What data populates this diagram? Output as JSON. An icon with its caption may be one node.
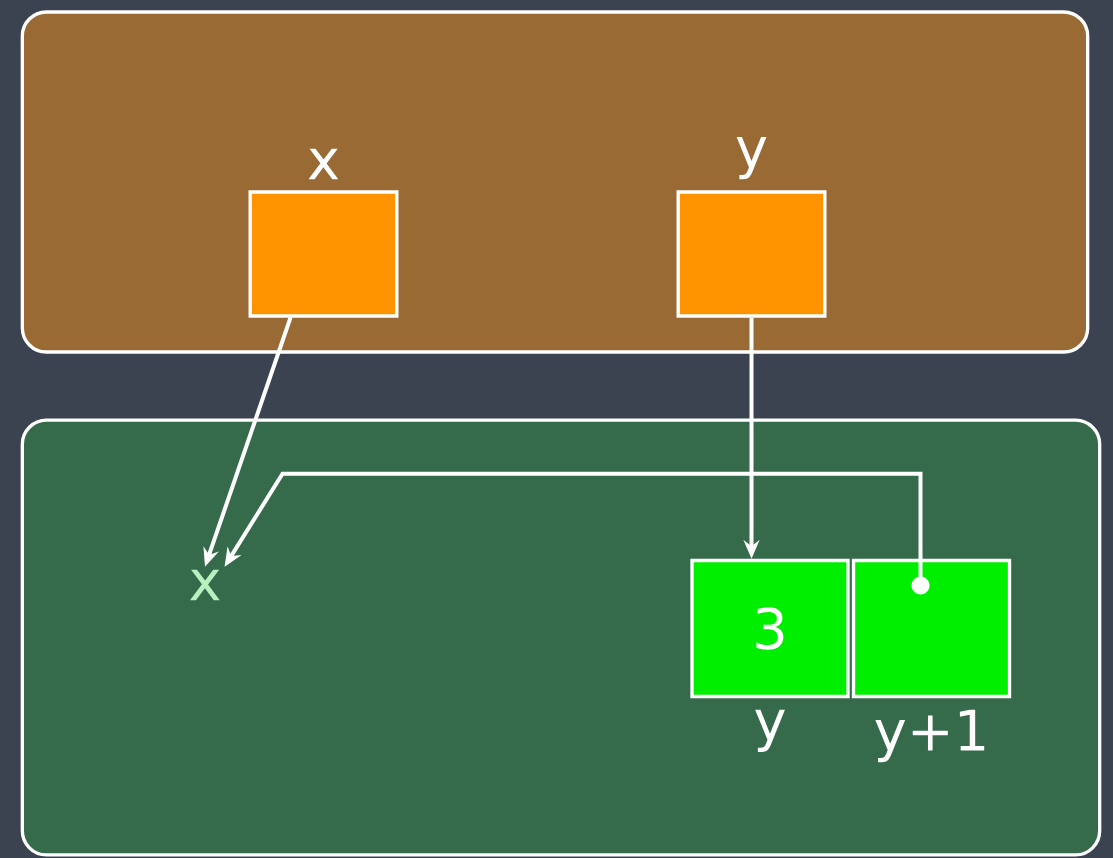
{
  "diagram": {
    "nodes": [
      {
        "text": [],
        "shape": "box"
      },
      {
        "text": [
          "x"
        ],
        "in": 0
      },
      {
        "text": [
          "y"
        ],
        "in": 0
      },
      {
        "text": [],
        "shape": "box"
      },
      {
        "text": [
          "x"
        ],
        "in": 3
      },
      {
        "text": [
          "3",
          "y"
        ],
        "in": 3
      },
      {
        "text": [
          "y+1"
        ],
        "in": 3
      }
    ],
    "edges": [
      {
        "from": 1,
        "to": 4,
        "arrow": "to"
      },
      {
        "from": 2,
        "to": 5,
        "arrow": "to"
      },
      {
        "from": 6,
        "to": 4,
        "arrow": "to"
      }
    ]
  }
}
